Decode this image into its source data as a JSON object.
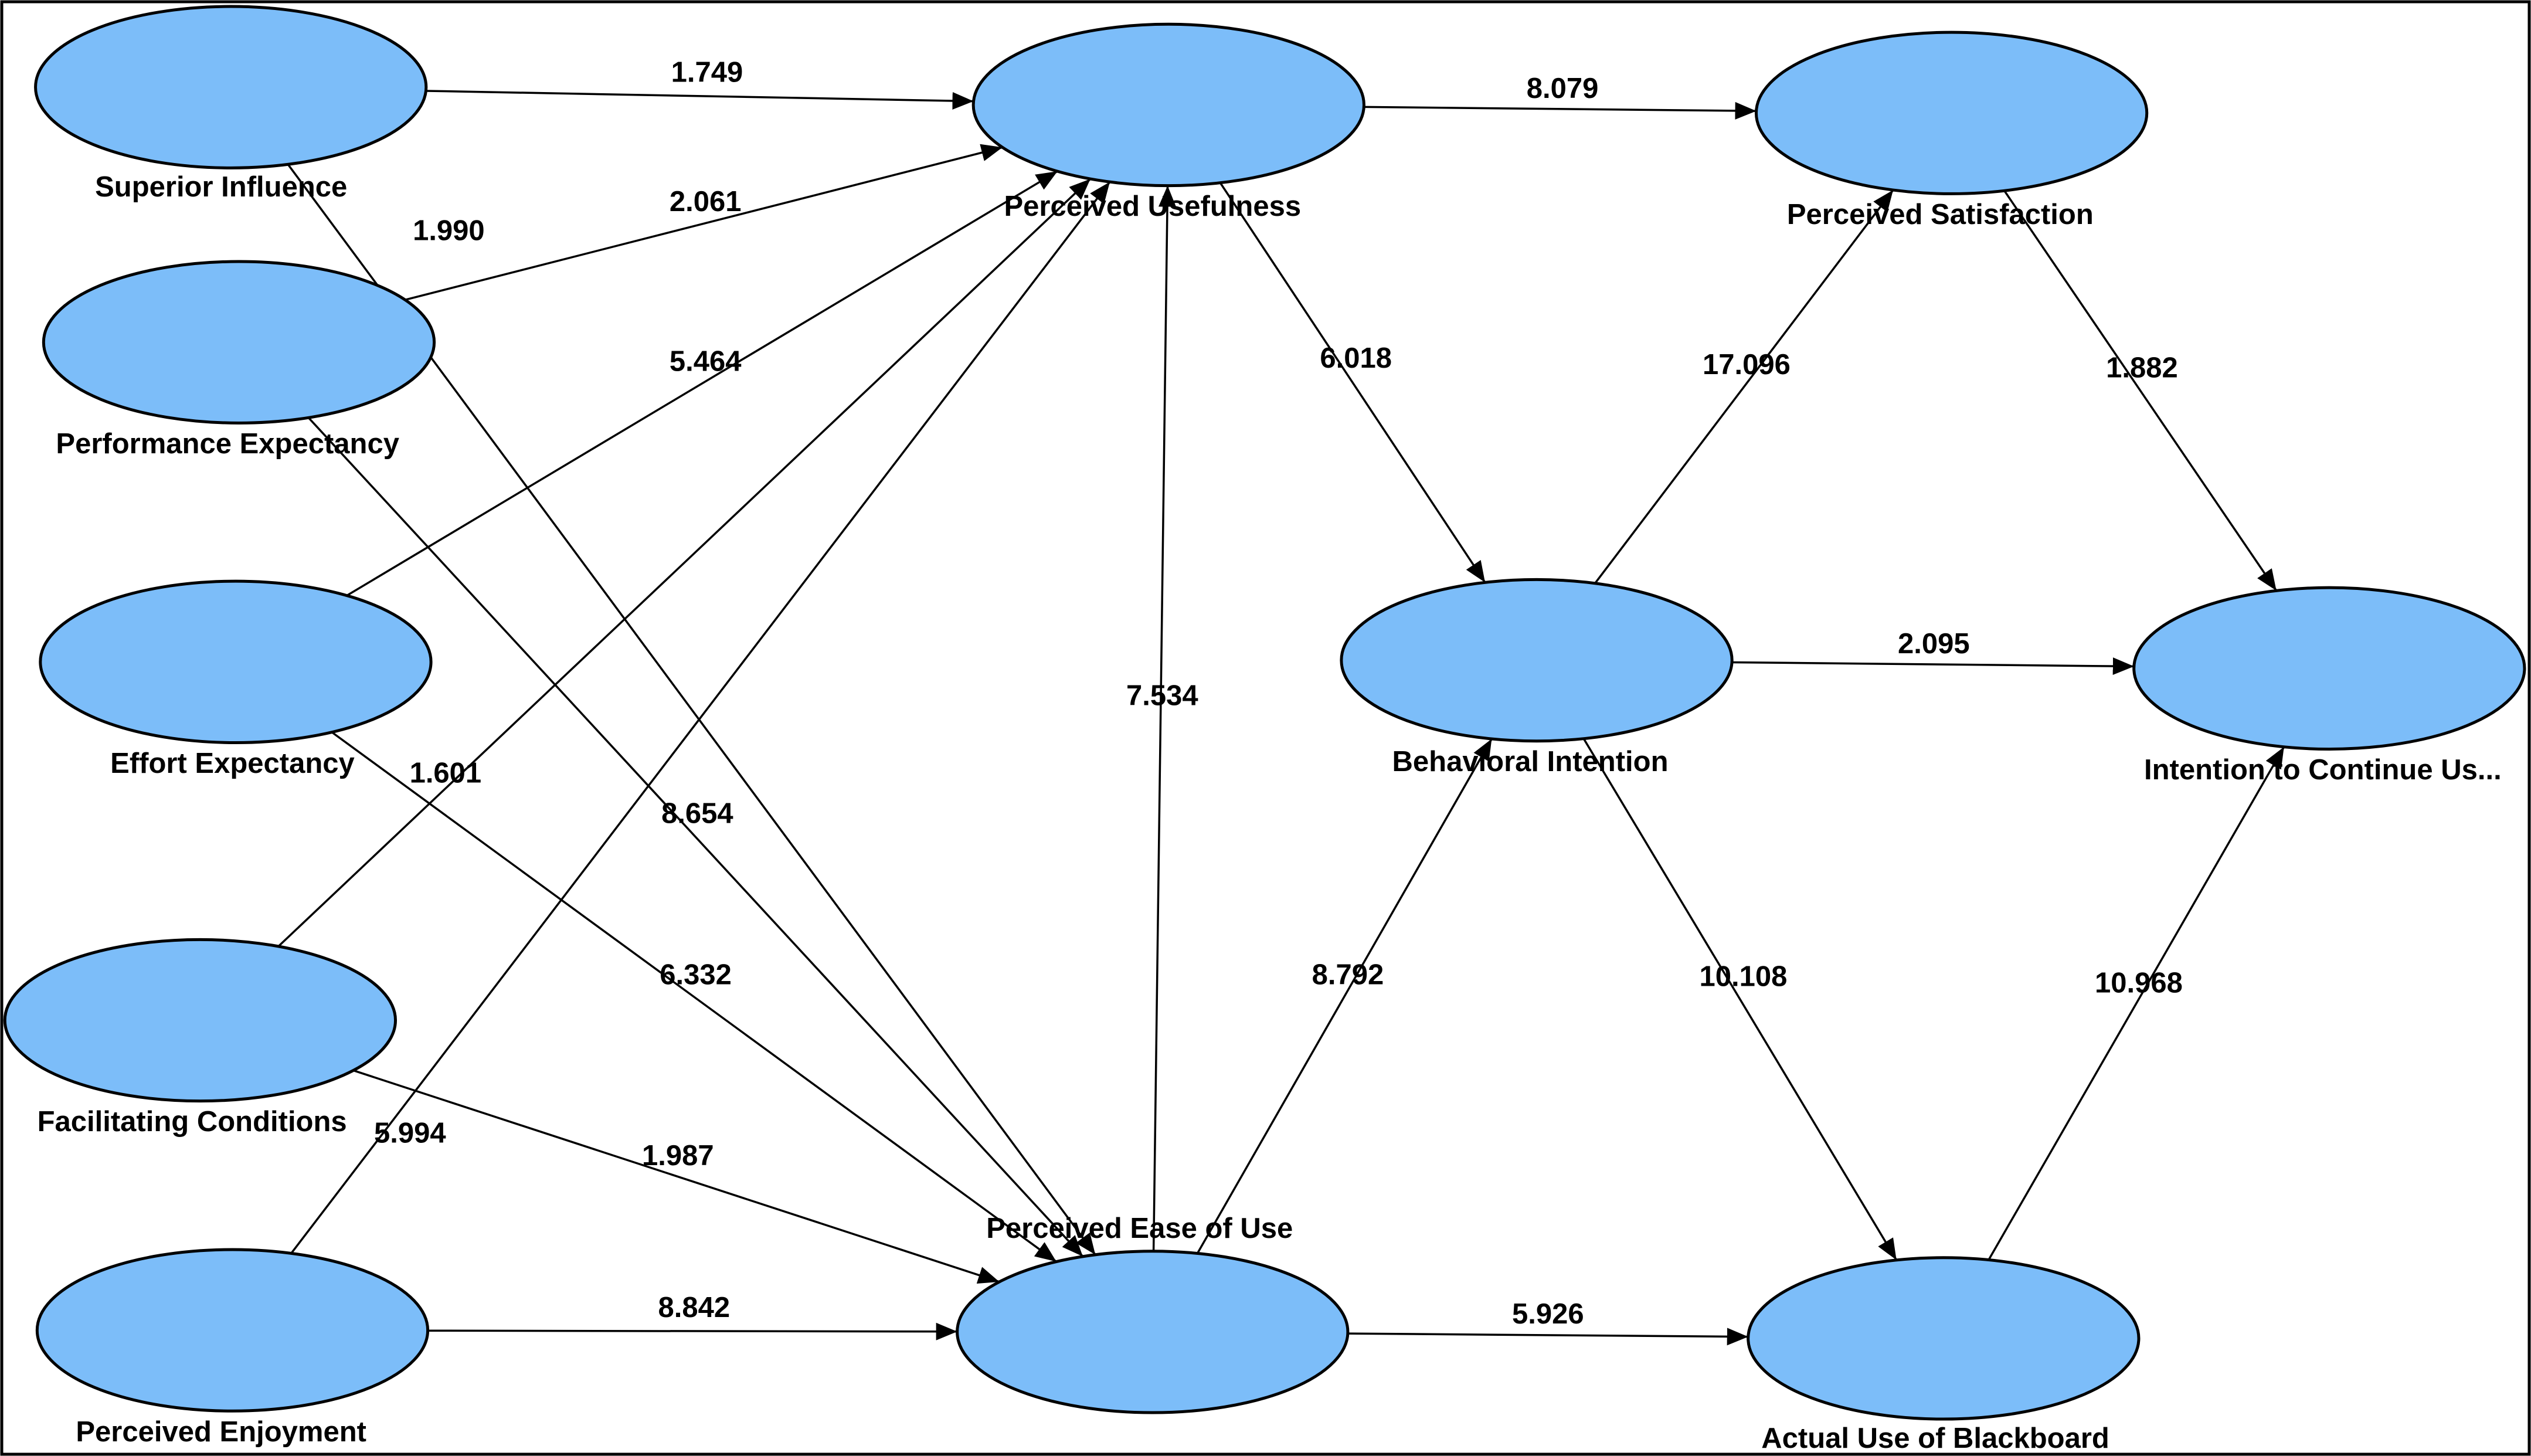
{
  "diagram": {
    "colors": {
      "node_fill": "#7cbdf9",
      "stroke": "#000000",
      "background": "#ffffff"
    },
    "nodes": [
      {
        "id": "superior_influence",
        "label": "Superior Influence"
      },
      {
        "id": "performance_expectancy",
        "label": "Performance Expectancy"
      },
      {
        "id": "effort_expectancy",
        "label": "Effort Expectancy"
      },
      {
        "id": "facilitating_conditions",
        "label": "Facilitating Conditions"
      },
      {
        "id": "perceived_enjoyment",
        "label": "Perceived Enjoyment"
      },
      {
        "id": "perceived_usefulness",
        "label": "Perceived Usefulness"
      },
      {
        "id": "perceived_ease_of_use",
        "label": "Perceived Ease of Use"
      },
      {
        "id": "perceived_satisfaction",
        "label": "Perceived Satisfaction"
      },
      {
        "id": "behavioral_intention",
        "label": "Behavioral Intention"
      },
      {
        "id": "intention_to_continue",
        "label": "Intention to Continue Us..."
      },
      {
        "id": "actual_use",
        "label": "Actual Use of Blackboard"
      }
    ],
    "edges": [
      {
        "from": "superior_influence",
        "to": "perceived_usefulness",
        "label": "1.749"
      },
      {
        "from": "superior_influence",
        "to": "perceived_ease_of_use",
        "label": "1.990"
      },
      {
        "from": "performance_expectancy",
        "to": "perceived_usefulness",
        "label": "2.061"
      },
      {
        "from": "performance_expectancy",
        "to": "perceived_ease_of_use",
        "label": "8.654"
      },
      {
        "from": "effort_expectancy",
        "to": "perceived_usefulness",
        "label": "5.464"
      },
      {
        "from": "effort_expectancy",
        "to": "perceived_ease_of_use",
        "label": "6.332"
      },
      {
        "from": "facilitating_conditions",
        "to": "perceived_usefulness",
        "label": "1.601"
      },
      {
        "from": "facilitating_conditions",
        "to": "perceived_ease_of_use",
        "label": "1.987"
      },
      {
        "from": "perceived_enjoyment",
        "to": "perceived_usefulness",
        "label": "5.994"
      },
      {
        "from": "perceived_enjoyment",
        "to": "perceived_ease_of_use",
        "label": "8.842"
      },
      {
        "from": "perceived_ease_of_use",
        "to": "perceived_usefulness",
        "label": "7.534"
      },
      {
        "from": "perceived_usefulness",
        "to": "perceived_satisfaction",
        "label": "8.079"
      },
      {
        "from": "perceived_usefulness",
        "to": "behavioral_intention",
        "label": "6.018"
      },
      {
        "from": "perceived_ease_of_use",
        "to": "behavioral_intention",
        "label": "8.792"
      },
      {
        "from": "perceived_ease_of_use",
        "to": "actual_use",
        "label": "5.926"
      },
      {
        "from": "behavioral_intention",
        "to": "perceived_satisfaction",
        "label": "17.096"
      },
      {
        "from": "behavioral_intention",
        "to": "intention_to_continue",
        "label": "2.095"
      },
      {
        "from": "behavioral_intention",
        "to": "actual_use",
        "label": "10.108"
      },
      {
        "from": "perceived_satisfaction",
        "to": "intention_to_continue",
        "label": "1.882"
      },
      {
        "from": "actual_use",
        "to": "intention_to_continue",
        "label": "10.968"
      }
    ]
  }
}
